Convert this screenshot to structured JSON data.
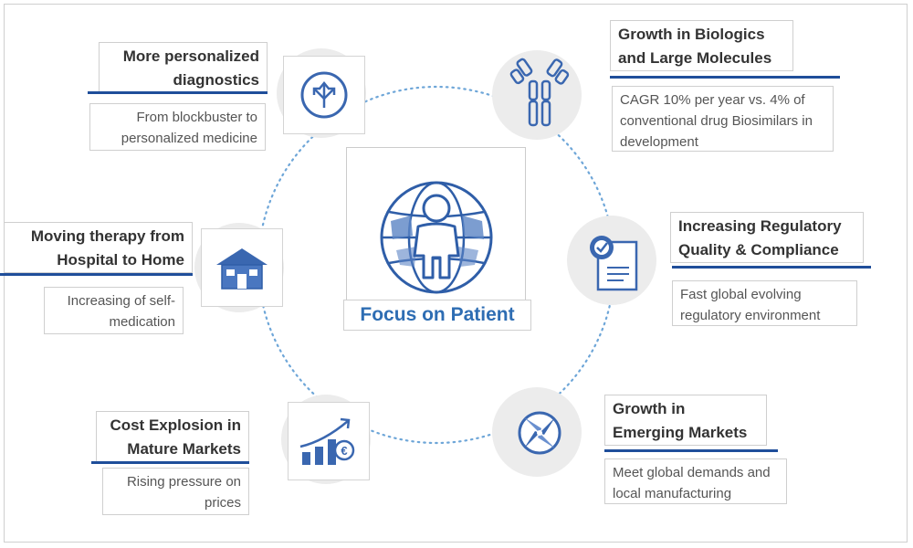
{
  "center": {
    "label": "Focus on Patient"
  },
  "items": [
    {
      "title": "More personalized diagnostics",
      "description": "From blockbuster to personalized medicine",
      "icon": "split-arrows-icon"
    },
    {
      "title": "Growth in Biologics and Large Molecules",
      "description": "CAGR 10% per year vs. 4% of conventional drug Biosimilars in development",
      "icon": "antibody-icon"
    },
    {
      "title": "Moving therapy from Hospital to Home",
      "description": "Increasing of self-medication",
      "icon": "house-icon"
    },
    {
      "title": "Increasing Regulatory Quality & Compliance",
      "description": "Fast global evolving regulatory environment",
      "icon": "certificate-icon"
    },
    {
      "title": "Cost Explosion in Mature Markets",
      "description": "Rising pressure on prices",
      "icon": "growth-chart-euro-icon"
    },
    {
      "title": "Growth in Emerging Markets",
      "description": "Meet global demands and local manufacturing",
      "icon": "compass-icon"
    }
  ],
  "colors": {
    "accent": "#1f4e9a",
    "icon_blue": "#3a67b0",
    "center_text": "#2e6db3",
    "dotted": "#6ea6d8"
  }
}
